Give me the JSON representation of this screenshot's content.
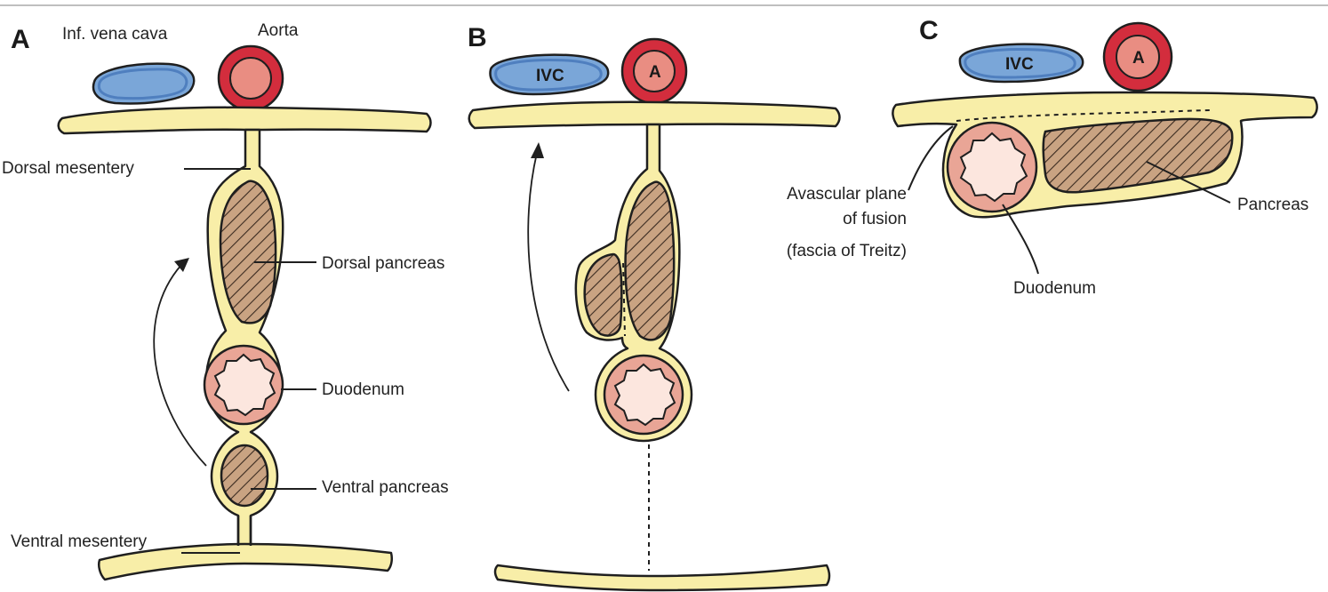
{
  "panels": {
    "a": {
      "letter": "A",
      "inf_vena_cava": "Inf. vena cava",
      "aorta": "Aorta",
      "dorsal_mesentery": "Dorsal mesentery",
      "dorsal_pancreas": "Dorsal pancreas",
      "duodenum": "Duodenum",
      "ventral_pancreas": "Ventral pancreas",
      "ventral_mesentery": "Ventral mesentery"
    },
    "b": {
      "letter": "B",
      "ivc": "IVC",
      "aorta": "A"
    },
    "c": {
      "letter": "C",
      "ivc": "IVC",
      "aorta": "A",
      "avascular_plane": [
        "Avascular plane",
        "of fusion",
        "(fascia of Treitz)"
      ],
      "pancreas": "Pancreas",
      "duodenum": "Duodenum"
    }
  },
  "colors": {
    "mesentery": "#f8eea8",
    "pancreas_fill": "#c9a382",
    "duodenum_wall": "#e9a596",
    "ivc": "#7aa6d8",
    "aorta": "#d32d3d"
  }
}
